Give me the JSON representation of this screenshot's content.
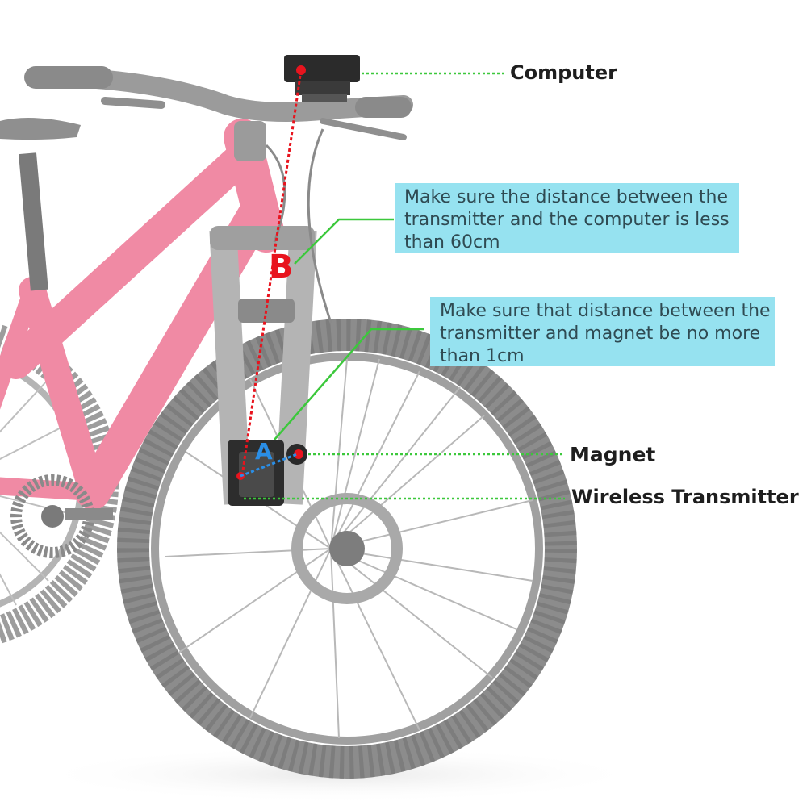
{
  "diagram": {
    "subject": "Bicycle speedometer installation diagram",
    "colors": {
      "frame": "#f08aa4",
      "parts_gray": "#9a9a9a",
      "tire": "#8c8c8c",
      "callout_line": "#3cc83c",
      "measure_b": "#e8141e",
      "measure_a": "#2a8ee6",
      "note_bg": "#96e2f0",
      "note_text": "#2f4a52",
      "label_text": "#1e1e1e"
    },
    "labels": {
      "computer": "Computer",
      "magnet": "Magnet",
      "transmitter": "Wireless Transmitter"
    },
    "markers": {
      "a": "A",
      "b": "B"
    },
    "notes": {
      "distance_b": {
        "lines": [
          "Make sure the distance between the",
          "transmitter and the computer is less",
          "than 60cm"
        ]
      },
      "distance_a": {
        "lines": [
          "Make sure that distance between the",
          "transmitter and  magnet be no more",
          "than 1cm"
        ]
      }
    }
  }
}
